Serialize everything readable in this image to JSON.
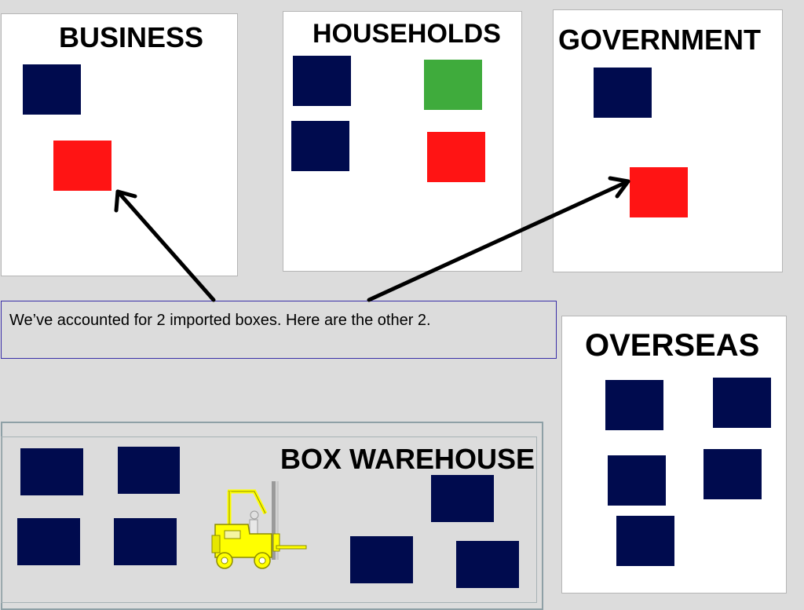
{
  "panels": {
    "business": {
      "title": "BUSINESS"
    },
    "households": {
      "title": "HOUSEHOLDS"
    },
    "government": {
      "title": "GOVERNMENT"
    },
    "overseas": {
      "title": "OVERSEAS"
    }
  },
  "note": {
    "text": "We’ve accounted for 2 imported boxes.  Here are the other 2."
  },
  "warehouse": {
    "title": "BOX WAREHOUSE"
  },
  "colors": {
    "background": "#dcdcdc",
    "box_navy": "#000b4e",
    "box_red": "#ff1414",
    "box_green": "#3fab3c",
    "forklift": "#ffff00",
    "note_border": "#3a2fa8"
  },
  "icons": [
    "forklift-icon",
    "arrow-icon"
  ]
}
